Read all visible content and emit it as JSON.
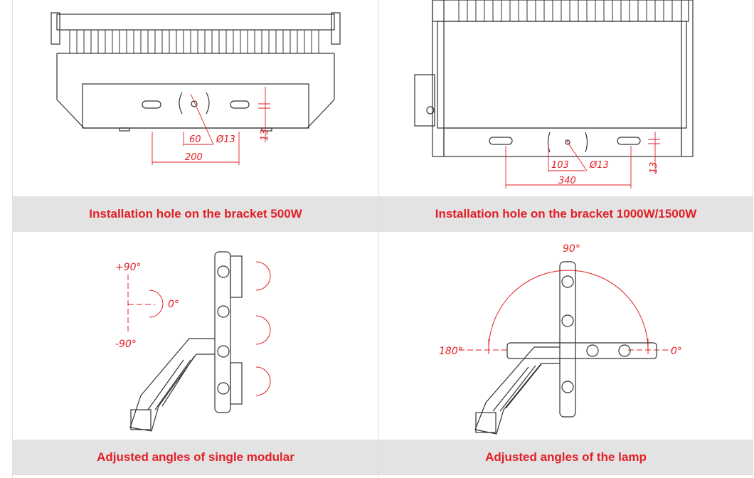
{
  "colors": {
    "caption_bg": "#e3e3e3",
    "caption_text": "#e21f26",
    "drawing_line": "#333333",
    "dimension_red": "#e21f26"
  },
  "panels": [
    {
      "caption": "Installation hole on the bracket 500W",
      "dims": {
        "d1": "60",
        "d2": "Ø13",
        "d3": "200",
        "d4": "13"
      }
    },
    {
      "caption": "Installation hole on the bracket 1000W/1500W",
      "dims": {
        "d1": "103",
        "d2": "Ø13",
        "d3": "340",
        "d4": "13"
      }
    },
    {
      "caption": "Adjusted angles of single modular",
      "angles": {
        "top": "+90°",
        "mid": "0°",
        "bottom": "-90°"
      }
    },
    {
      "caption": "Adjusted angles of the lamp",
      "angles": {
        "top": "90°",
        "left": "180°",
        "right": "0°"
      }
    }
  ]
}
